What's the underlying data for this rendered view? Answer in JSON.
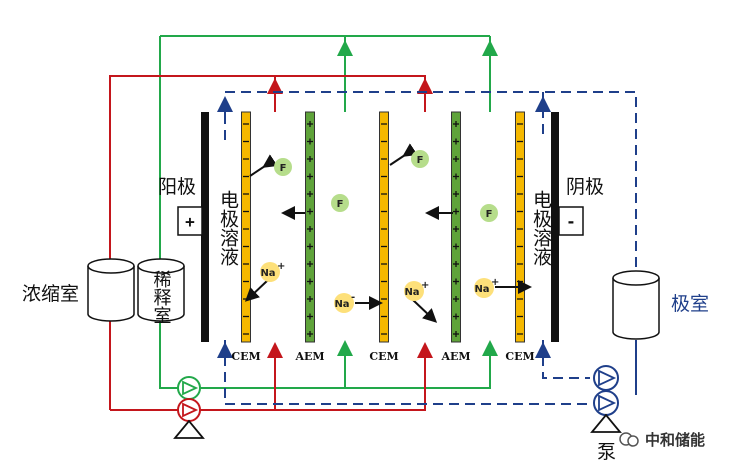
{
  "labels": {
    "anode_room": "阳极",
    "cathode_room": "阴极",
    "left_electrolyte": "电极溶液",
    "right_electrolyte": "电极溶液",
    "concentrate_room": "浓缩室",
    "dilute_room": "稀释室",
    "electrode_room": "极室",
    "pump": "泵",
    "watermark": "中和储能"
  },
  "signs": {
    "plus": "+",
    "minus": "-"
  },
  "membranes": [
    "CEM",
    "AEM",
    "CEM",
    "AEM",
    "CEM"
  ],
  "ions": {
    "fluoride": "F",
    "fluoride_superscript": "-",
    "sodium": "Na",
    "sodium_superscript": "+"
  },
  "colors": {
    "cem": "#F5B800",
    "aem": "#5FA33A",
    "ion_f": "#B6DD8B",
    "ion_na": "#FDE07A",
    "red_line": "#C4161C",
    "green_line": "#22A84A",
    "blue_line": "#1F3F8A"
  }
}
